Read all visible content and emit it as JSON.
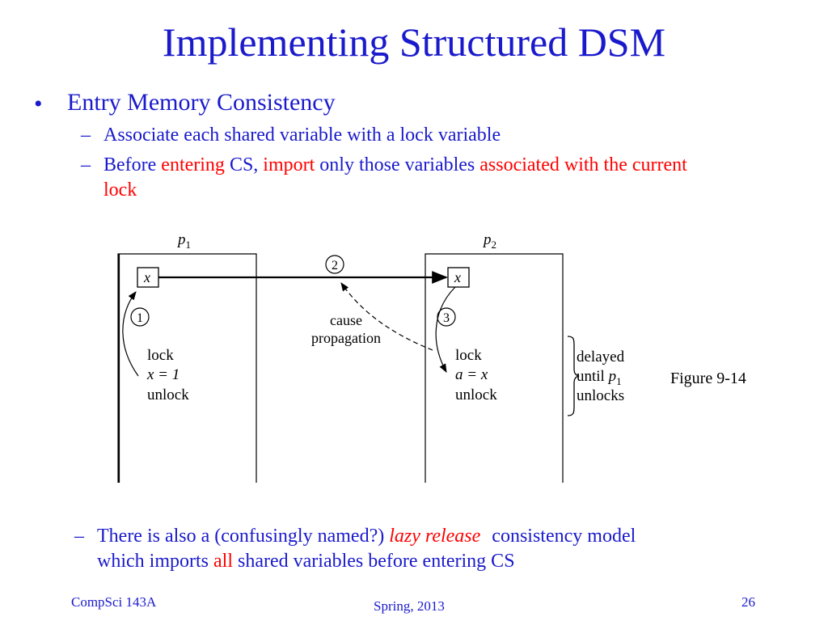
{
  "slide": {
    "title": "Implementing Structured DSM",
    "bullet": "Entry Memory Consistency",
    "sub1": "Associate each shared variable with a lock variable",
    "sub2": {
      "p1": "Before ",
      "p2": "entering",
      "p3": " CS, ",
      "p4": "import",
      "p5": " only those variables ",
      "p6": "associated with the current",
      "p7": "lock"
    },
    "sub3": {
      "p1": "There is also a (confusingly named?) ",
      "p2": "lazy release",
      "p3": "consistency model",
      "p4": "which imports ",
      "p5": "all",
      "p6": " shared variables before entering CS"
    },
    "dash": "–",
    "bullet_symbol": "•"
  },
  "figure": {
    "p1_label": "p",
    "p1_sub": "1",
    "p2_label": "p",
    "p2_sub": "2",
    "x_box": "x",
    "step1": "1",
    "step2": "2",
    "step3": "3",
    "cause": "cause",
    "propagation": "propagation",
    "p1_lock": "lock",
    "p1_assign": "x = 1",
    "p1_unlock": "unlock",
    "p2_lock": "lock",
    "p2_assign": "a = x",
    "p2_unlock": "unlock",
    "delayed": "delayed",
    "until": "until ",
    "until_p": "p",
    "until_sub": "1",
    "unlocks": "unlocks",
    "caption": "Figure 9-14"
  },
  "footer": {
    "left": "CompSci 143A",
    "center": "Spring, 2013",
    "right": "26"
  },
  "colors": {
    "text": "#1a1acc",
    "emphasis": "#ff0000"
  }
}
